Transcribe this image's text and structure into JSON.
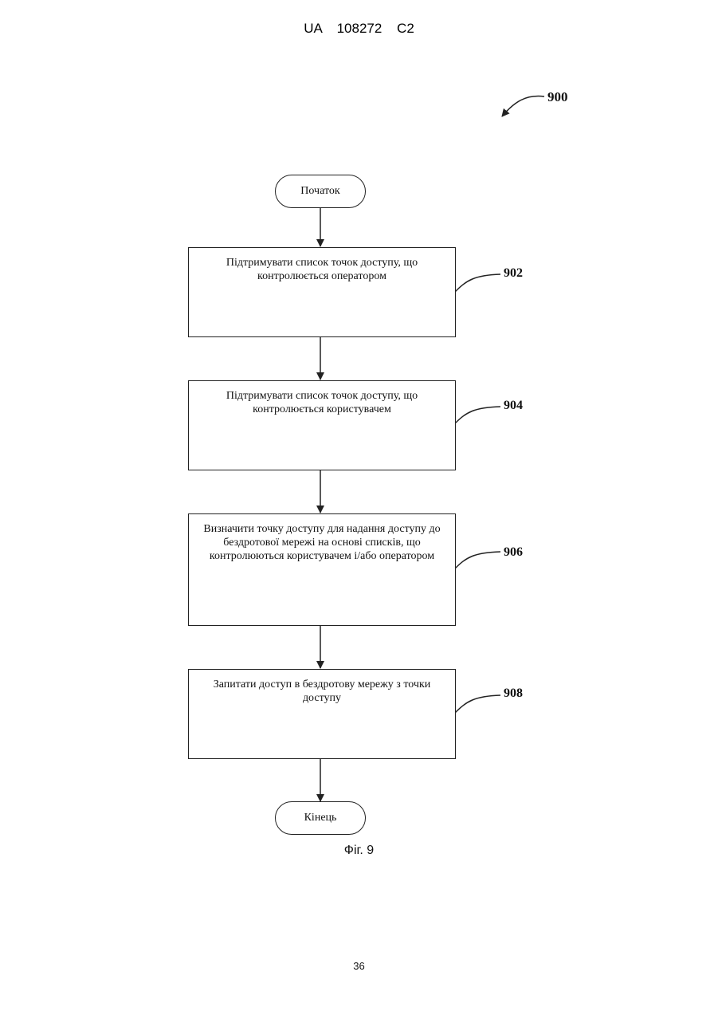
{
  "header": {
    "patent_number": "UA   108272   C2"
  },
  "figure": {
    "reference": "900",
    "caption": "Фіг. 9",
    "start_label": "Початок",
    "end_label": "Кінець",
    "steps": [
      {
        "ref": "902",
        "text": "Підтримувати список точок доступу, що контролюється оператором"
      },
      {
        "ref": "904",
        "text": "Підтримувати список точок доступу, що контролюється користувачем"
      },
      {
        "ref": "906",
        "text": "Визначити точку доступу для надання доступу до бездротової мережі на основі списків, що контролюються користувачем і/або оператором"
      },
      {
        "ref": "908",
        "text": "Запитати доступ в бездротову мережу з точки доступу"
      }
    ]
  },
  "footer": {
    "page_number": "36"
  }
}
